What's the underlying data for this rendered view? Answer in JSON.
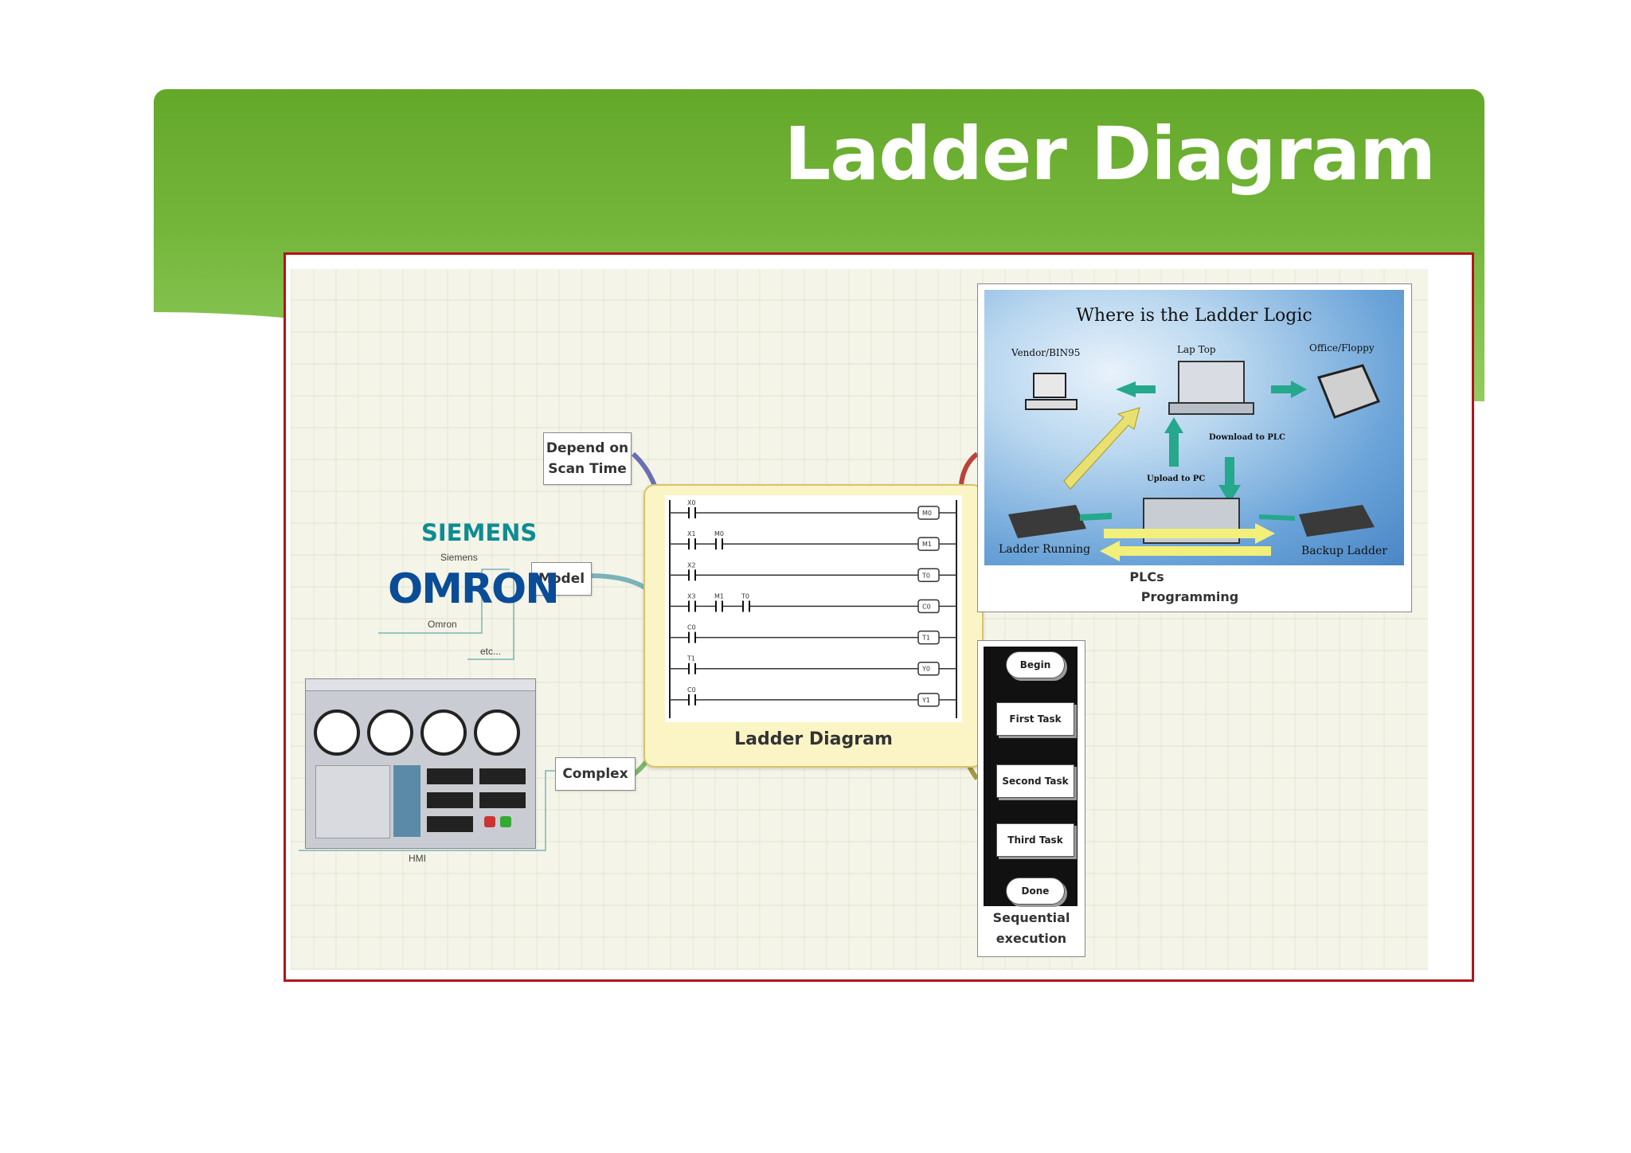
{
  "slide": {
    "title": "Ladder Diagram",
    "colors": {
      "banner": "#64a82a",
      "frame_border": "#b5121b",
      "siemens": "#0e8c92",
      "omron": "#0a4c97"
    }
  },
  "mindmap": {
    "center_label": "Ladder Diagram",
    "branches": {
      "depend_line1": "Depend on",
      "depend_line2": "Scan Time",
      "model": "Model",
      "complex": "Complex"
    },
    "models": {
      "siemens_logo": "SIEMENS",
      "siemens_caption": "Siemens",
      "omron_logo": "OMRON",
      "omron_caption": "Omron",
      "etc": "etc..."
    },
    "hmi_caption": "HMI",
    "plcs": {
      "diagram_title": "Where is the Ladder Logic",
      "vendor": "Vendor/BIN95",
      "laptop": "Lap Top",
      "office": "Office/Floppy",
      "download": "Download to PLC",
      "upload": "Upload to PC",
      "ladder_running": "Ladder Running",
      "backup_ladder": "Backup Ladder",
      "caption_line1": "PLCs",
      "caption_line2": "Programming"
    },
    "sequential": {
      "steps": [
        "Begin",
        "First Task",
        "Second Task",
        "Third Task",
        "Done"
      ],
      "caption_line1": "Sequential",
      "caption_line2": "execution"
    }
  },
  "ladder": {
    "rungs": [
      {
        "contacts": [
          "X0"
        ],
        "coil": "M0"
      },
      {
        "contacts": [
          "X1",
          "M0"
        ],
        "coil": "M1"
      },
      {
        "contacts": [
          "X2"
        ],
        "coil": "T0"
      },
      {
        "contacts": [
          "X3",
          "M1",
          "T0"
        ],
        "coil": "C0"
      },
      {
        "contacts": [
          "C0"
        ],
        "coil": "T1"
      },
      {
        "contacts": [
          "T1"
        ],
        "coil": "Y0"
      },
      {
        "contacts": [
          "C0"
        ],
        "coil": "Y1"
      }
    ]
  }
}
